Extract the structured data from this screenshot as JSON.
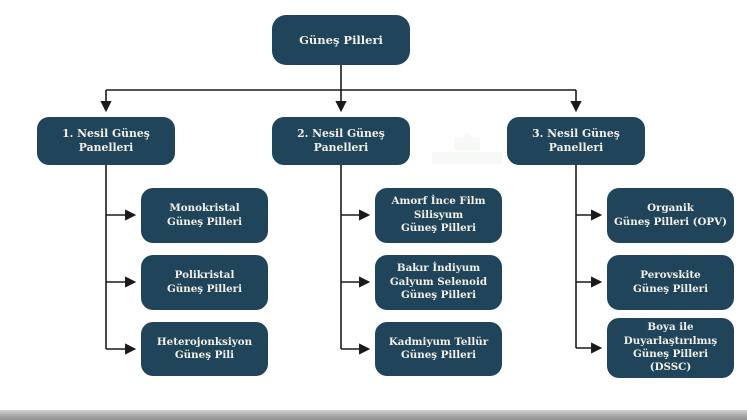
{
  "colors": {
    "node_background": "#20455a",
    "node_text": "#f2efe8",
    "connector": "#1a1a1a",
    "bottom_bar": "#9c9c9c"
  },
  "diagram": {
    "type": "tree",
    "root": {
      "label": "Güneş Pilleri"
    },
    "branches": [
      {
        "label": "1. Nesil Güneş Panelleri",
        "children": [
          {
            "label": "Monokristal\nGüneş Pilleri"
          },
          {
            "label": "Polikristal\nGüneş Pilleri"
          },
          {
            "label": "Heterojonksiyon\nGüneş Pili"
          }
        ]
      },
      {
        "label": "2. Nesil Güneş Panelleri",
        "children": [
          {
            "label": "Amorf İnce Film\nSilisyum\nGüneş Pilleri"
          },
          {
            "label": "Bakır İndiyum\nGalyum Selenoid\nGüneş Pilleri"
          },
          {
            "label": "Kadmiyum Tellür\nGüneş Pilleri"
          }
        ]
      },
      {
        "label": "3. Nesil Güneş Panelleri",
        "children": [
          {
            "label": "Organik\nGüneş Pilleri (OPV)"
          },
          {
            "label": "Perovskite\nGüneş Pilleri"
          },
          {
            "label": "Boya ile\nDuyarlaştırılmış\nGüneş Pilleri (DSSC)"
          }
        ]
      }
    ]
  }
}
